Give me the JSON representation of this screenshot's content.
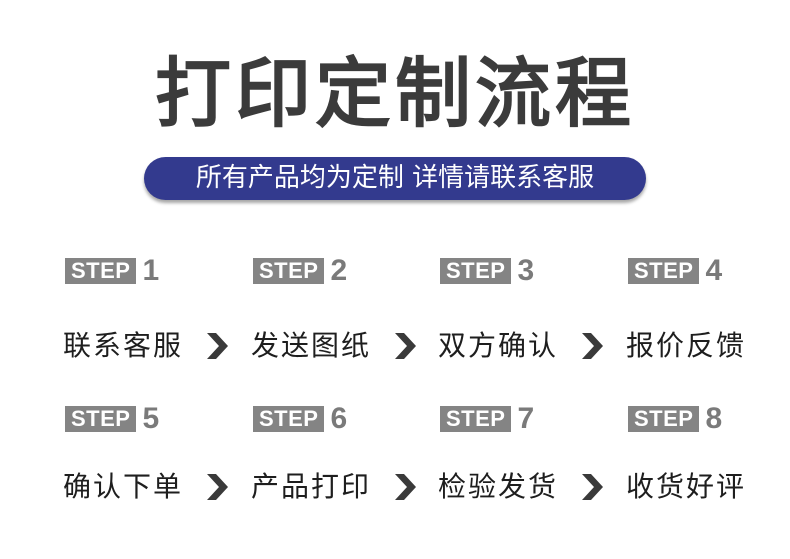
{
  "title": "打印定制流程",
  "subtitle": "所有产品均为定制 详情请联系客服",
  "step_label": "STEP",
  "steps": [
    {
      "num": "1",
      "text": "联系客服"
    },
    {
      "num": "2",
      "text": "发送图纸"
    },
    {
      "num": "3",
      "text": "双方确认"
    },
    {
      "num": "4",
      "text": "报价反馈"
    },
    {
      "num": "5",
      "text": "确认下单"
    },
    {
      "num": "6",
      "text": "产品打印"
    },
    {
      "num": "7",
      "text": "检验发货"
    },
    {
      "num": "8",
      "text": "收货好评"
    }
  ],
  "colors": {
    "title": "#3b3b3b",
    "pill": "#333a8e",
    "step_tag": "#848484",
    "step_num": "#7a7a7a",
    "text": "#1e1e1e",
    "arrow": "#3a3a3a"
  },
  "icons": {
    "arrow": "chevron-right-icon"
  }
}
